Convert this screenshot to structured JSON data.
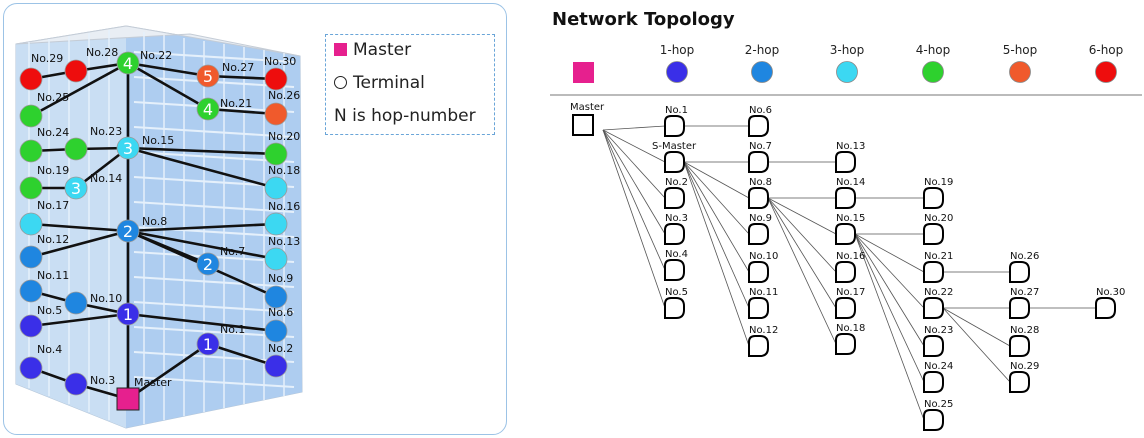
{
  "legend": {
    "master": "Master",
    "terminal": "Terminal",
    "note": "N is hop-number"
  },
  "building": {
    "master_label": "Master",
    "nodes": [
      {
        "id": "29",
        "label": "No.29",
        "hop": 6,
        "num": ""
      },
      {
        "id": "28",
        "label": "No.28",
        "hop": 6,
        "num": ""
      },
      {
        "id": "22",
        "label": "No.22",
        "hop": 4,
        "num": "4"
      },
      {
        "id": "27",
        "label": "No.27",
        "hop": 5,
        "num": "5"
      },
      {
        "id": "30",
        "label": "No.30",
        "hop": 6,
        "num": ""
      },
      {
        "id": "25",
        "label": "No.25",
        "hop": 4,
        "num": ""
      },
      {
        "id": "21",
        "label": "No.21",
        "hop": 4,
        "num": "4"
      },
      {
        "id": "26",
        "label": "No.26",
        "hop": 5,
        "num": ""
      },
      {
        "id": "24",
        "label": "No.24",
        "hop": 4,
        "num": ""
      },
      {
        "id": "23",
        "label": "No.23",
        "hop": 4,
        "num": ""
      },
      {
        "id": "15",
        "label": "No.15",
        "hop": 3,
        "num": "3"
      },
      {
        "id": "20",
        "label": "No.20",
        "hop": 4,
        "num": ""
      },
      {
        "id": "19",
        "label": "No.19",
        "hop": 4,
        "num": ""
      },
      {
        "id": "14",
        "label": "No.14",
        "hop": 3,
        "num": "3"
      },
      {
        "id": "18",
        "label": "No.18",
        "hop": 3,
        "num": ""
      },
      {
        "id": "17",
        "label": "No.17",
        "hop": 3,
        "num": ""
      },
      {
        "id": "8",
        "label": "No.8",
        "hop": 2,
        "num": "2"
      },
      {
        "id": "16",
        "label": "No.16",
        "hop": 3,
        "num": ""
      },
      {
        "id": "12",
        "label": "No.12",
        "hop": 2,
        "num": ""
      },
      {
        "id": "7",
        "label": "No.7",
        "hop": 2,
        "num": "2"
      },
      {
        "id": "13",
        "label": "No.13",
        "hop": 3,
        "num": ""
      },
      {
        "id": "11",
        "label": "No.11",
        "hop": 2,
        "num": ""
      },
      {
        "id": "10",
        "label": "No.10",
        "hop": 2,
        "num": ""
      },
      {
        "id": "9",
        "label": "No.9",
        "hop": 2,
        "num": ""
      },
      {
        "id": "5",
        "label": "No.5",
        "hop": 1,
        "num": ""
      },
      {
        "id": "s",
        "label": "",
        "hop": 1,
        "num": "1"
      },
      {
        "id": "6",
        "label": "No.6",
        "hop": 2,
        "num": ""
      },
      {
        "id": "1",
        "label": "No.1",
        "hop": 1,
        "num": "1"
      },
      {
        "id": "4",
        "label": "No.4",
        "hop": 1,
        "num": ""
      },
      {
        "id": "2",
        "label": "No.2",
        "hop": 1,
        "num": ""
      },
      {
        "id": "3",
        "label": "No.3",
        "hop": 1,
        "num": ""
      }
    ]
  },
  "topology": {
    "title": "Network Topology",
    "hop_headers": [
      "1-hop",
      "2-hop",
      "3-hop",
      "4-hop",
      "5-hop",
      "6-hop"
    ],
    "hop_colors": [
      "#3a2fe8",
      "#1f86e0",
      "#3cd8f2",
      "#2ed12e",
      "#f05a2c",
      "#ee0d0d"
    ],
    "master_color": "#e6208e",
    "master_label": "Master",
    "columns": [
      [
        "No.1",
        "S-Master",
        "No.2",
        "No.3",
        "No.4",
        "No.5"
      ],
      [
        "No.6",
        "No.7",
        "No.8",
        "No.9",
        "No.10",
        "No.11",
        "No.12"
      ],
      [
        "No.13",
        "No.14",
        "No.15",
        "No.16",
        "No.17",
        "No.18"
      ],
      [
        "No.19",
        "No.20",
        "No.21",
        "No.22",
        "No.23",
        "No.24",
        "No.25"
      ],
      [
        "No.26",
        "No.27",
        "No.28",
        "No.29"
      ],
      [
        "No.30"
      ]
    ]
  }
}
